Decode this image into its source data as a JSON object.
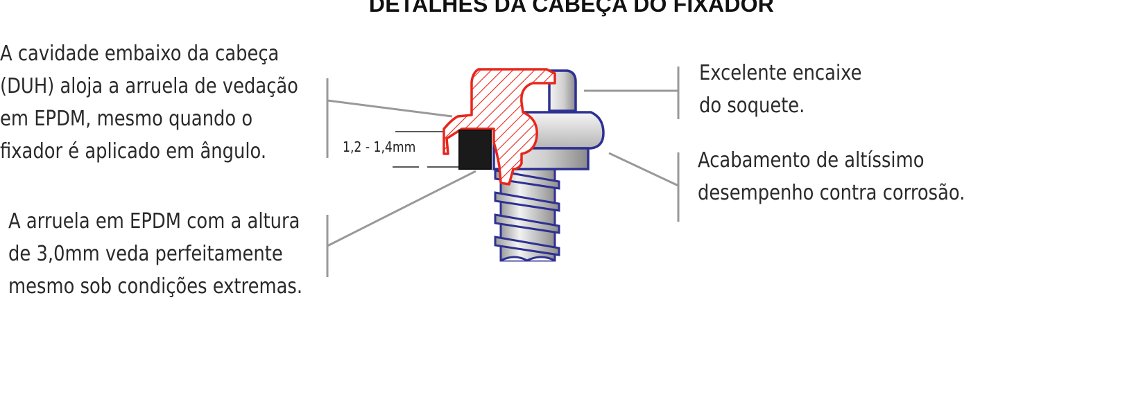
{
  "diagram": {
    "title": "DETALHES DA CABEÇA DO FIXADOR",
    "dimension_label": "1,2 - 1,4mm",
    "callouts": {
      "cavity": [
        "A cavidade embaixo da cabeça",
        "(DUH) aloja a arruela de vedação",
        "em EPDM, mesmo quando o",
        "fixador é aplicado em ângulo."
      ],
      "washer": [
        "A arruela em EPDM com a altura",
        "de 3,0mm veda perfeitamente",
        "mesmo sob condições extremas."
      ],
      "socket": [
        "Excelente encaixe",
        "do soquete."
      ],
      "finish": [
        "Acabamento de altíssimo",
        "desempenho contra corrosão."
      ]
    },
    "colors": {
      "socket_outline": "#e8261c",
      "fastener_outline": "#2e3092",
      "washer_fill": "#1a1a1a",
      "leader_line": "#999999",
      "metal_light": "#f2f2f2",
      "metal_dark": "#8c8c8c"
    }
  }
}
